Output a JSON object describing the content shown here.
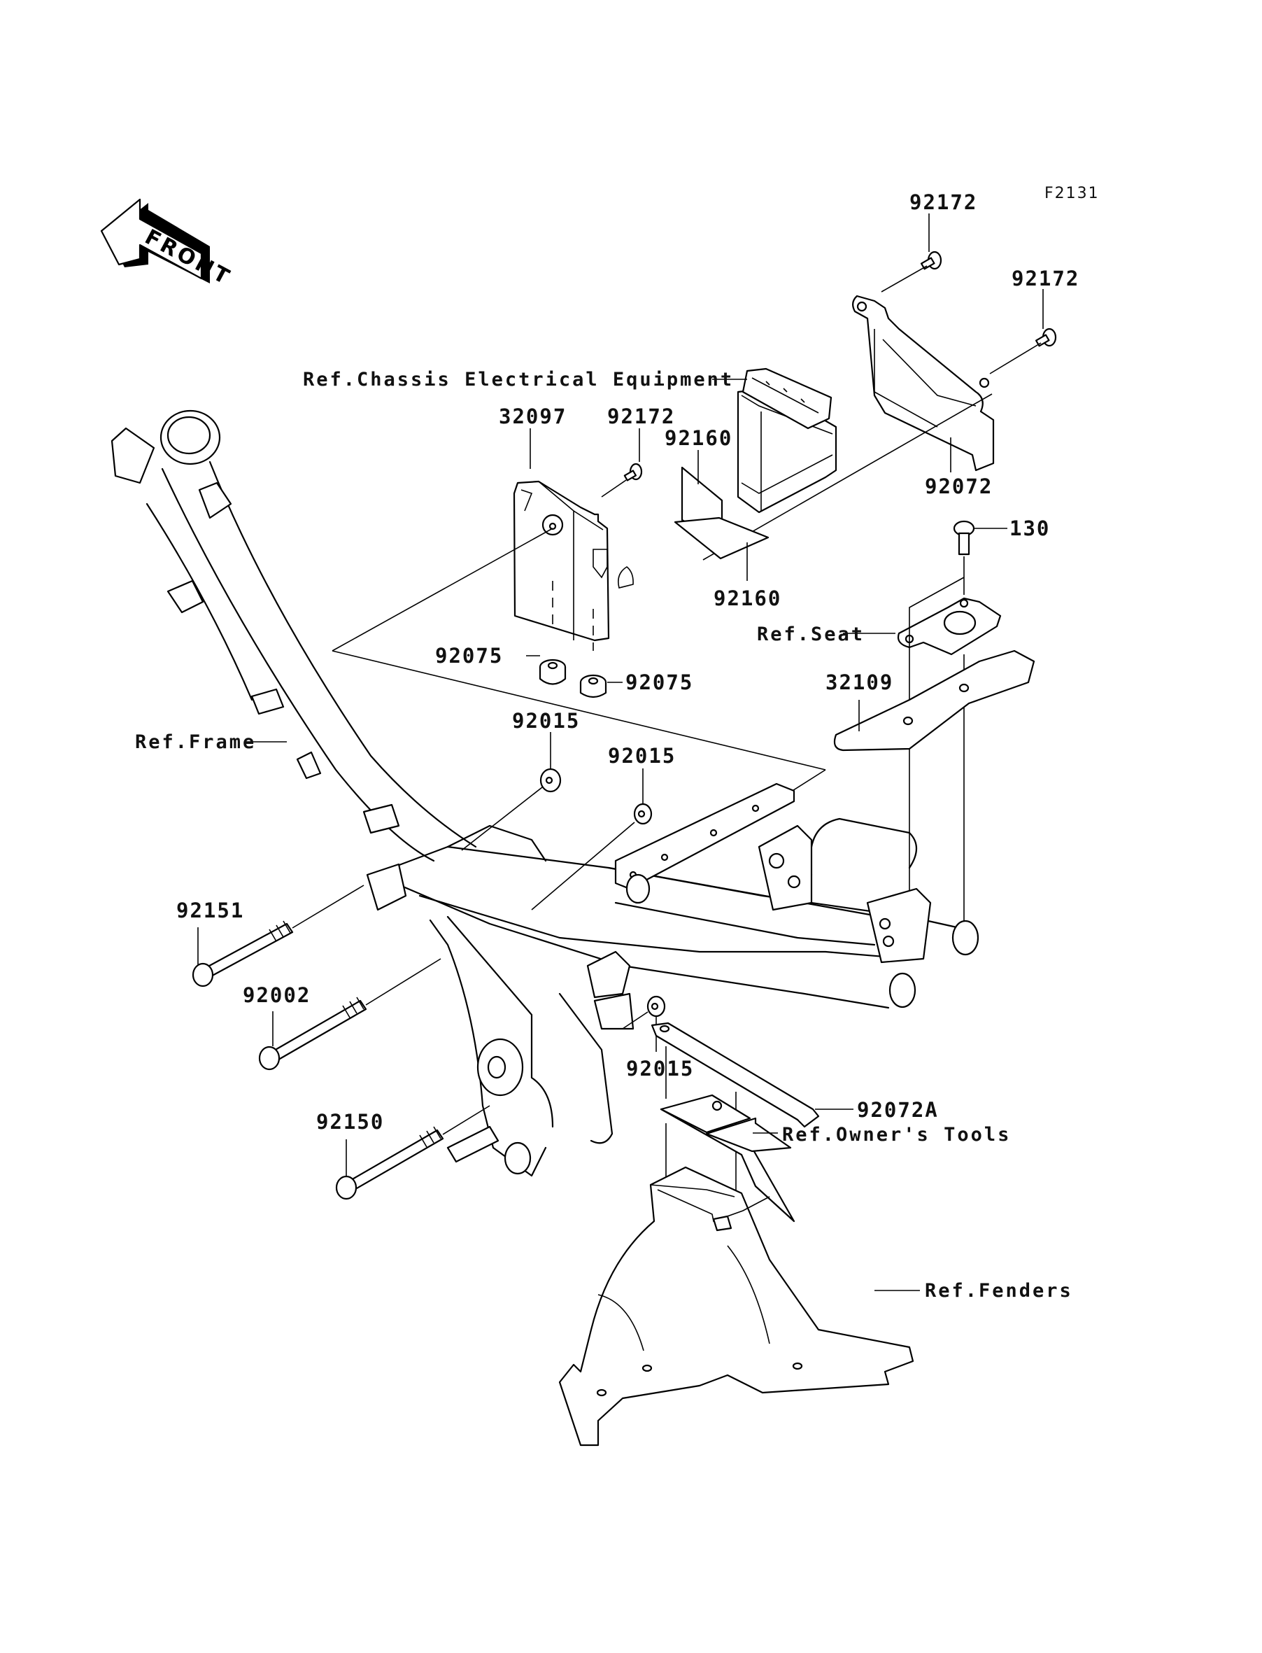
{
  "diagram": {
    "figure_code": "F2131",
    "front_indicator": "FRONT",
    "colors": {
      "line": "#000000",
      "background": "#ffffff"
    },
    "part_labels": {
      "p92172_top": "92172",
      "p92172_right": "92172",
      "p92172_box": "92172",
      "p92072": "92072",
      "p130": "130",
      "p32097": "32097",
      "p92160_top": "92160",
      "p92160_bottom": "92160",
      "p92075_left": "92075",
      "p92075_right": "92075",
      "p32109": "32109",
      "p92015_a": "92015",
      "p92015_b": "92015",
      "p92015_c": "92015",
      "p92151": "92151",
      "p92002": "92002",
      "p92150": "92150",
      "p92072A": "92072A"
    },
    "reference_labels": {
      "chassis_electrical": "Ref.Chassis Electrical Equipment",
      "seat": "Ref.Seat",
      "frame": "Ref.Frame",
      "owners_tools": "Ref.Owner's Tools",
      "fenders": "Ref.Fenders"
    }
  }
}
